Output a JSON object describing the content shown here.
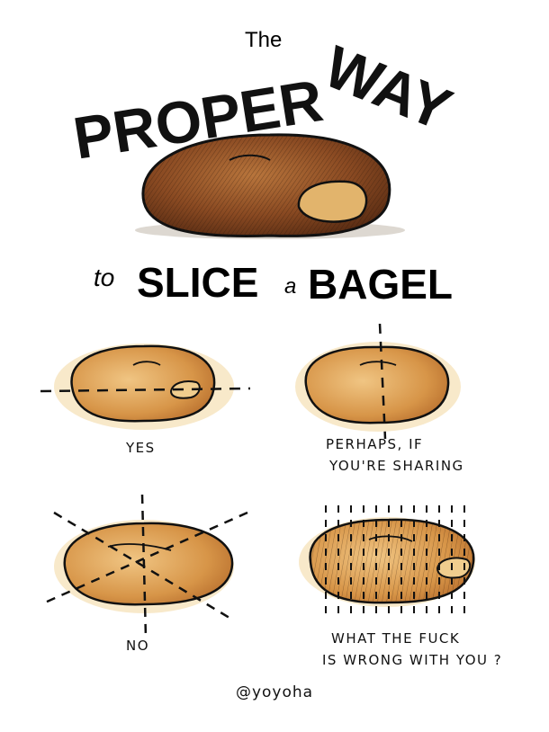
{
  "colors": {
    "bagel_dark": "#7a3d1c",
    "bagel_mid": "#c0773c",
    "bagel_light": "#e9b868",
    "ink": "#111111",
    "wash": "#f3d9a6"
  },
  "title": {
    "the": "The",
    "proper": "PROPER",
    "way": "WAY",
    "to": "to",
    "slice": "SLICE",
    "a": "a",
    "bagel": "BAGEL"
  },
  "panels": [
    {
      "caption_lines": [
        "YES"
      ]
    },
    {
      "caption_lines": [
        "PERHAPS, IF",
        "YOU'RE SHARING"
      ]
    },
    {
      "caption_lines": [
        "NO"
      ]
    },
    {
      "caption_lines": [
        "WHAT THE FUCK",
        "IS WRONG WITH YOU ?"
      ]
    }
  ],
  "byline": "@yoyoha"
}
